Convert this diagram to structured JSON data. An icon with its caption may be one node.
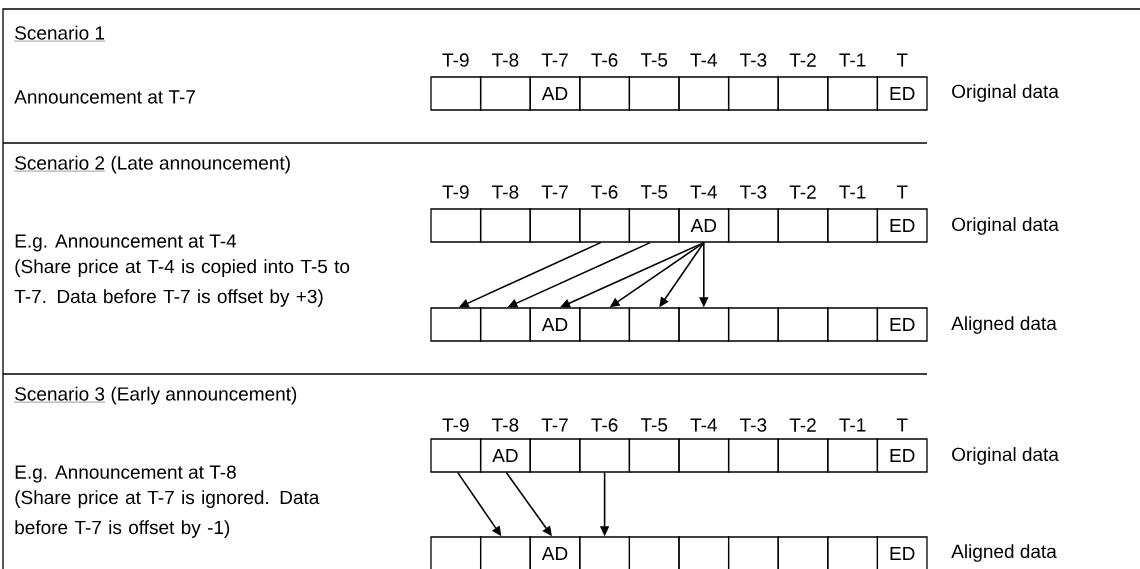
{
  "diagram": {
    "nodes": [
      {
        "text": [],
        "shape": "box"
      },
      {
        "text": [],
        "shape": "box"
      },
      {
        "text": [
          "AD"
        ]
      },
      {
        "text": [],
        "shape": "box"
      },
      {
        "text": [],
        "shape": "box"
      },
      {
        "text": [],
        "shape": "box"
      },
      {
        "text": [],
        "shape": "box"
      },
      {
        "text": [],
        "shape": "box"
      },
      {
        "text": [],
        "shape": "box"
      },
      {
        "text": [
          "ED"
        ]
      },
      {
        "text": [],
        "shape": "box"
      },
      {
        "text": [],
        "shape": "box"
      },
      {
        "text": [],
        "shape": "box"
      },
      {
        "text": [],
        "shape": "box"
      },
      {
        "text": [],
        "shape": "box"
      },
      {
        "text": [
          "AD"
        ]
      },
      {
        "text": [],
        "shape": "box"
      },
      {
        "text": [],
        "shape": "box"
      },
      {
        "text": [],
        "shape": "box"
      },
      {
        "text": [
          "ED"
        ]
      },
      {
        "text": [],
        "shape": "box"
      },
      {
        "text": [],
        "shape": "box"
      },
      {
        "text": [
          "AD"
        ]
      },
      {
        "text": [],
        "shape": "box"
      },
      {
        "text": [],
        "shape": "box"
      },
      {
        "text": [],
        "shape": "box"
      },
      {
        "text": [],
        "shape": "box"
      },
      {
        "text": [],
        "shape": "box"
      },
      {
        "text": [],
        "shape": "box"
      },
      {
        "text": [
          "ED"
        ]
      },
      {
        "text": [],
        "shape": "box"
      },
      {
        "text": [
          "AD"
        ]
      },
      {
        "text": [],
        "shape": "box"
      },
      {
        "text": [],
        "shape": "box"
      },
      {
        "text": [],
        "shape": "box"
      },
      {
        "text": [],
        "shape": "box"
      },
      {
        "text": [],
        "shape": "box"
      },
      {
        "text": [],
        "shape": "box"
      },
      {
        "text": [],
        "shape": "box"
      },
      {
        "text": [
          "ED"
        ]
      },
      {
        "text": [],
        "shape": "box"
      },
      {
        "text": [],
        "shape": "box"
      },
      {
        "text": [
          "AD"
        ]
      },
      {
        "text": [],
        "shape": "box"
      },
      {
        "text": [],
        "shape": "box"
      },
      {
        "text": [],
        "shape": "box"
      },
      {
        "text": [],
        "shape": "box"
      },
      {
        "text": [],
        "shape": "box"
      },
      {
        "text": [],
        "shape": "box"
      },
      {
        "text": [
          "ED"
        ]
      }
    ],
    "edges": [
      {
        "from": 13,
        "to": 20,
        "arrow": "to"
      },
      {
        "from": 14,
        "to": 21,
        "arrow": "to"
      },
      {
        "from": 15,
        "to": 22,
        "arrow": "to"
      },
      {
        "from": 15,
        "to": 23,
        "arrow": "to"
      },
      {
        "from": 15,
        "to": 24,
        "arrow": "to"
      },
      {
        "from": 15,
        "to": 25,
        "arrow": "to"
      },
      {
        "from": 30,
        "to": 41,
        "arrow": "to"
      },
      {
        "from": 31,
        "to": 42,
        "arrow": "to"
      },
      {
        "from": 33,
        "to": 43,
        "arrow": "to"
      }
    ],
    "labels": [
      "Scenario 1",
      "T-9",
      "T-8",
      "T-7",
      "T-6",
      "T-5",
      "T-4",
      "T-3",
      "T-2",
      "T-1",
      "T",
      "Announcement at T-7",
      "Original data",
      "Scenario 2",
      "(Late announcement)",
      "T-9",
      "T-8",
      "T-7",
      "T-6",
      "T-5",
      "T-4",
      "T-3",
      "T-2",
      "T-1",
      "T",
      "E.g. Announcement at T-4",
      "(Share price at T-4 is copied into T-5 to T-7. Data before T-7 is offset by +3)",
      "Original data",
      "Aligned data",
      "Scenario 3",
      "(Early announcement)",
      "T-9",
      "T-8",
      "T-7",
      "T-6",
      "T-5",
      "T-4",
      "T-3",
      "T-2",
      "T-1",
      "T",
      "E.g. Announcement at T-8",
      "(Share price at T-7 is ignored. Data before T-7 is offset by -1)",
      "Original data",
      "Aligned data"
    ]
  }
}
